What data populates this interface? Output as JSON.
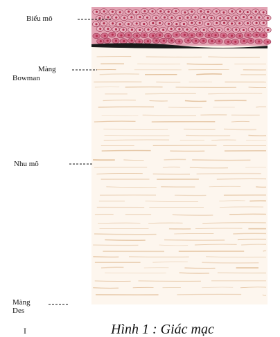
{
  "labels": {
    "epithelium": "Biểu mô",
    "bowman_line1": "Màng",
    "bowman_line2": "Bowman",
    "stroma": "Nhu mô",
    "descemet_line1": "Màng",
    "descemet_line2": "Des"
  },
  "caption": "Hình 1 : Giác mạc",
  "corner_mark": "I",
  "colors": {
    "epithelium_base": "#d98aa0",
    "epithelium_nuclei": "#b0304e",
    "bowman_band": "#1a1a1a",
    "stroma_base": "#fdf6ee",
    "stroma_fibers": "#e2bf9a"
  }
}
